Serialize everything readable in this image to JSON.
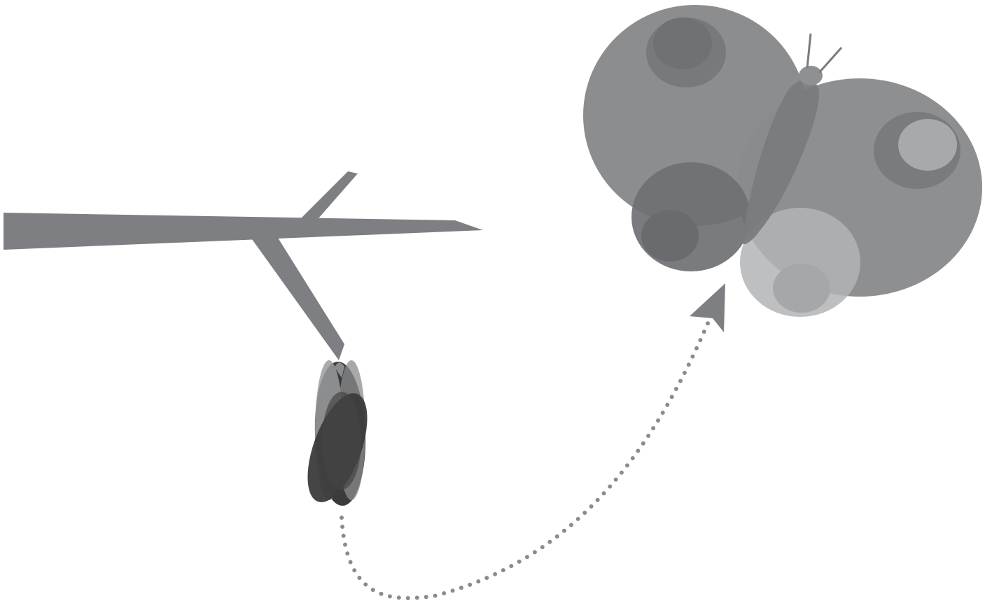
{
  "colors": {
    "background": "#ffffff",
    "branch": "#7e7f82",
    "pupa_dark": "#3b3b3b",
    "pupa_mid": "#4a4a4a",
    "pupa_light": "#9b9c9e",
    "path_dots": "#8a8b8d",
    "arrow": "#7e7f82",
    "wing_main": "#8c8d8f",
    "wing_dark": "#6f7073",
    "wing_light": "#b3b4b6",
    "body": "#7a7b7e"
  },
  "elements": {
    "branch": "tree-branch",
    "pupa": "chrysalis",
    "path": "dotted-transformation-path",
    "arrow": "arrowhead",
    "butterfly": "butterfly"
  }
}
